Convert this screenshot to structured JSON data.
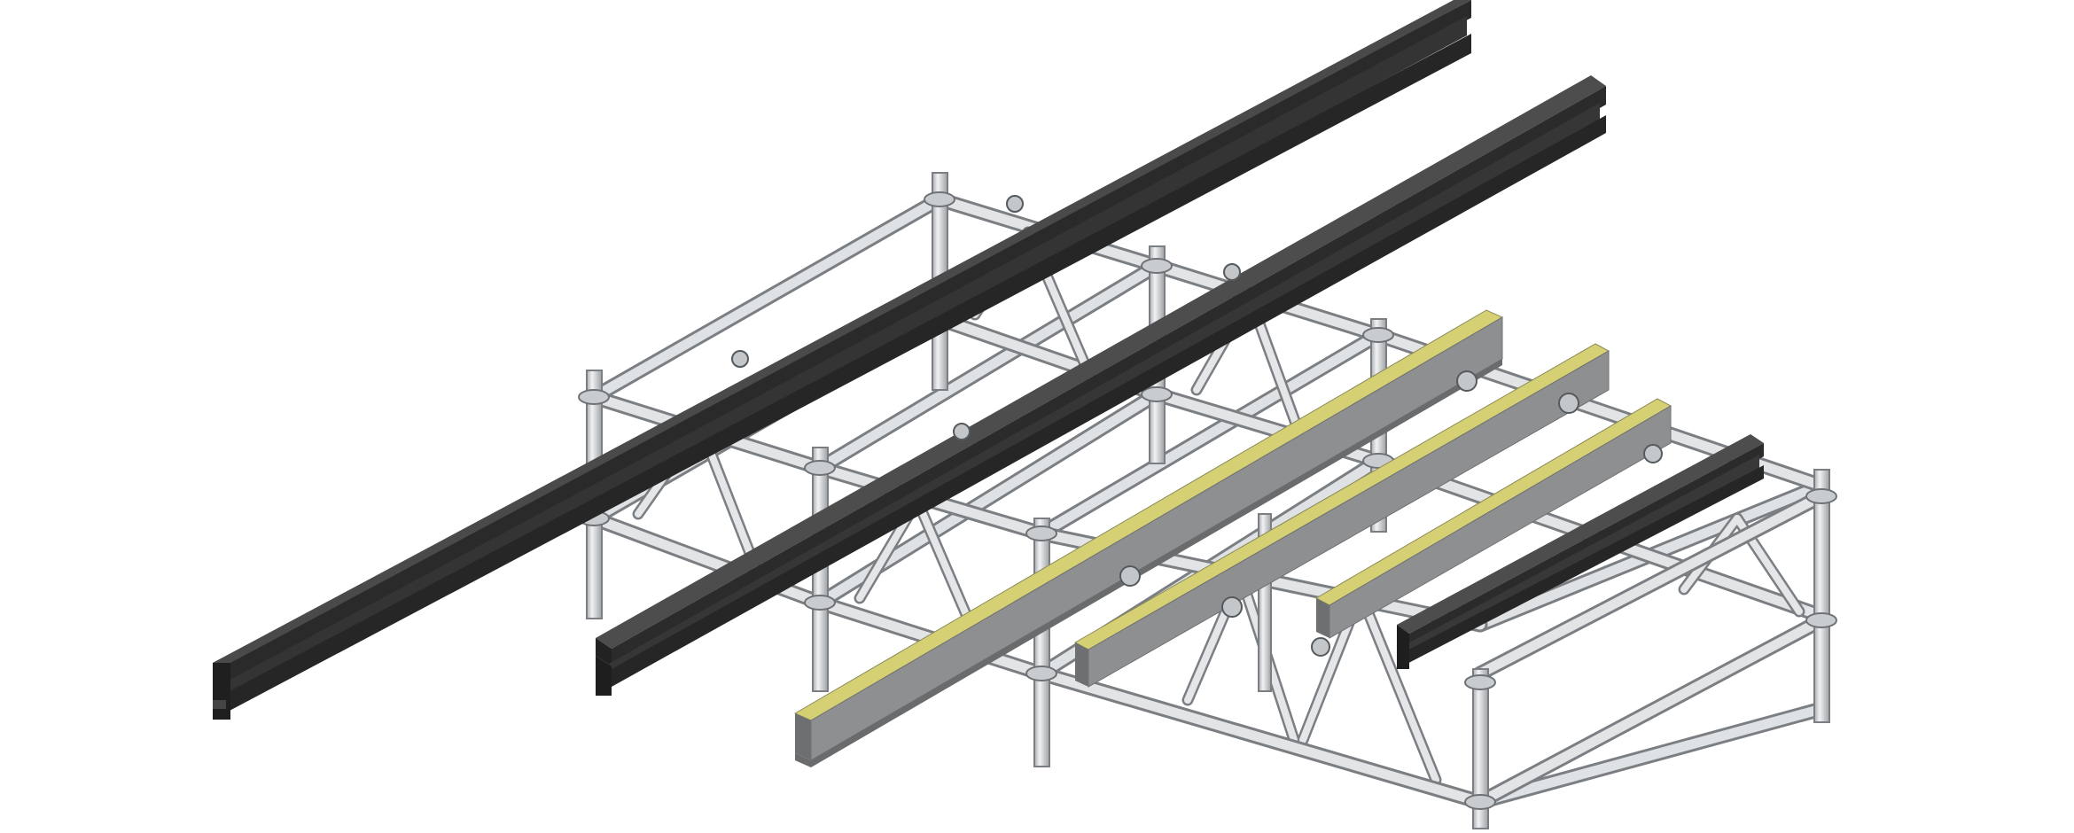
{
  "scene": {
    "subject": "scaffold-frame-with-steel-beams",
    "colors": {
      "background": "#ffffff",
      "tube_fill": "#d9dcde",
      "tube_edge": "#7a7e82",
      "tube_shadow": "#b8bcbf",
      "steel_beam_dark": "#2b2b2b",
      "steel_beam_mid": "#3d3d3d",
      "steel_beam_light": "#555555",
      "aluminum_beam_face": "#8e8f91",
      "aluminum_beam_top": "#bfc0bd",
      "aluminum_beam_stripe": "#d8d27a"
    },
    "components": {
      "steel_i_beams": 3,
      "aluminum_beams": 3,
      "scaffold_columns": 9,
      "truss_ledgers": "diagonal-braced"
    }
  }
}
